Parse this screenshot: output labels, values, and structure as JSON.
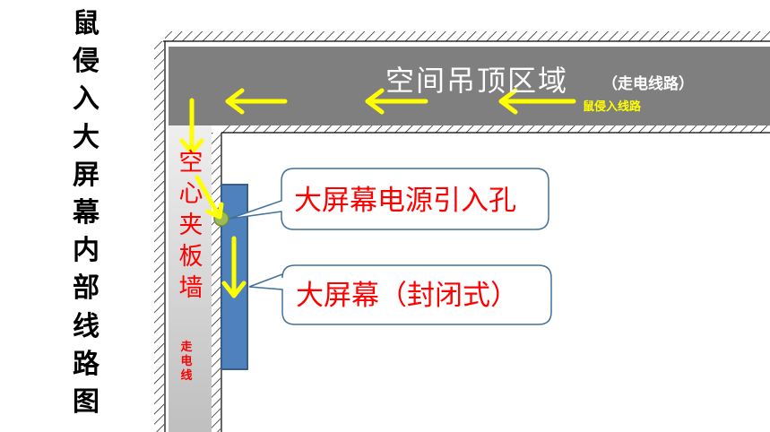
{
  "title_vertical": [
    "鼠",
    "侵",
    "入",
    "大",
    "屏",
    "幕",
    "内",
    "部",
    "线",
    "路",
    "图"
  ],
  "ceiling": {
    "label": "空间吊顶区域",
    "sublabel": "（走电线路）",
    "route_label": "鼠侵入线路"
  },
  "wall": {
    "label_chars": [
      "空",
      "心",
      "夹",
      "板",
      "墙"
    ],
    "sub_chars": [
      "走",
      "电",
      "线"
    ]
  },
  "callouts": {
    "power_hole": "大屏幕电源引入孔",
    "screen": "大屏幕（封闭式）"
  },
  "colors": {
    "ceiling": "#7f7f7f",
    "arrow": "#ffff00",
    "screen": "#4f81bd",
    "text_red": "#ff0000",
    "callout_border": "#41719c"
  }
}
